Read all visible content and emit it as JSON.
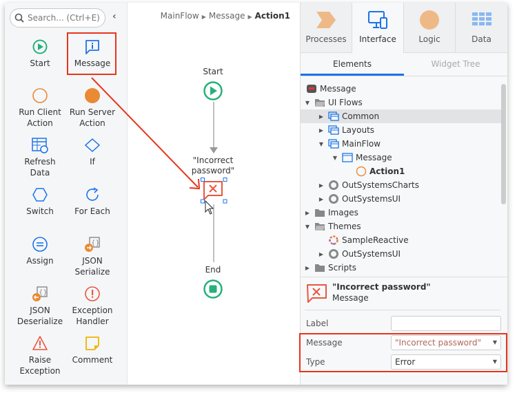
{
  "toolbox": {
    "search_placeholder": "Search... (Ctrl+E)",
    "tools": [
      {
        "label": "Start",
        "icon": "start-icon"
      },
      {
        "label": "Message",
        "icon": "message-icon",
        "highlighted": true
      },
      {
        "label": "Run Client Action",
        "icon": "run-client-action-icon"
      },
      {
        "label": "Run Server Action",
        "icon": "run-server-action-icon"
      },
      {
        "label": "Refresh Data",
        "icon": "refresh-data-icon"
      },
      {
        "label": "If",
        "icon": "if-icon"
      },
      {
        "label": "Switch",
        "icon": "switch-icon"
      },
      {
        "label": "For Each",
        "icon": "for-each-icon"
      },
      {
        "label": "Assign",
        "icon": "assign-icon"
      },
      {
        "label": "JSON Serialize",
        "icon": "json-serialize-icon"
      },
      {
        "label": "JSON Deserialize",
        "icon": "json-deserialize-icon"
      },
      {
        "label": "Exception Handler",
        "icon": "exception-handler-icon"
      },
      {
        "label": "Raise Exception",
        "icon": "raise-exception-icon"
      },
      {
        "label": "Comment",
        "icon": "comment-icon"
      }
    ]
  },
  "canvas": {
    "breadcrumb": [
      "MainFlow",
      "Message",
      "Action1"
    ],
    "nodes": {
      "start": "Start",
      "message_line1": "\"Incorrect",
      "message_line2": "password\"",
      "end": "End"
    }
  },
  "right_panel": {
    "tabs": [
      "Processes",
      "Interface",
      "Logic",
      "Data"
    ],
    "active_tab": "Interface",
    "subtabs": [
      "Elements",
      "Widget Tree"
    ],
    "active_subtab": "Elements",
    "tree": [
      {
        "label": "Message",
        "level": 0,
        "icon": "module-icon"
      },
      {
        "label": "UI Flows",
        "level": 0,
        "icon": "folder-open-icon",
        "expanded": true
      },
      {
        "label": "Common",
        "level": 1,
        "icon": "flow-icon",
        "selected": true
      },
      {
        "label": "Layouts",
        "level": 1,
        "icon": "flow-icon"
      },
      {
        "label": "MainFlow",
        "level": 1,
        "icon": "flow-icon",
        "expanded": true
      },
      {
        "label": "Message",
        "level": 2,
        "icon": "screen-icon",
        "expanded": true
      },
      {
        "label": "Action1",
        "level": 3,
        "icon": "client-action-icon",
        "bold": true
      },
      {
        "label": "OutSystemsCharts",
        "level": 1,
        "icon": "reference-icon"
      },
      {
        "label": "OutSystemsUI",
        "level": 1,
        "icon": "reference-icon"
      },
      {
        "label": "Images",
        "level": 0,
        "icon": "folder-icon"
      },
      {
        "label": "Themes",
        "level": 0,
        "icon": "folder-open-icon",
        "expanded": true
      },
      {
        "label": "SampleReactive",
        "level": 1,
        "icon": "theme-icon"
      },
      {
        "label": "OutSystemsUI",
        "level": 1,
        "icon": "reference-icon"
      },
      {
        "label": "Scripts",
        "level": 0,
        "icon": "folder-icon"
      }
    ],
    "properties": {
      "title": "\"Incorrect password\"",
      "subtitle": "Message",
      "label_label": "Label",
      "label_value": "",
      "message_label": "Message",
      "message_value": "\"Incorrect password\"",
      "type_label": "Type",
      "type_value": "Error"
    }
  },
  "colors": {
    "highlight": "#e8341c",
    "accent": "#1a73e8",
    "start": "#27b07a",
    "error": "#e8563e"
  }
}
